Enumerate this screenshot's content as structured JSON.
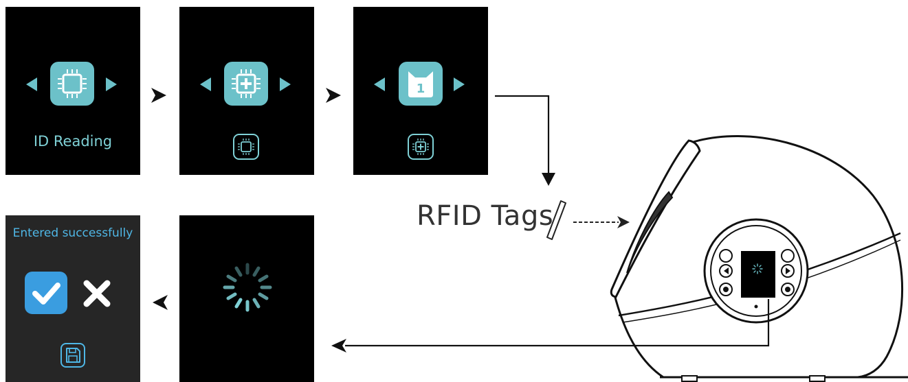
{
  "screens": {
    "id_reading": {
      "caption": "ID Reading",
      "icon": "chip-icon"
    },
    "add_chip": {
      "icon": "chip-add-icon",
      "footer_icon": "chip-icon"
    },
    "cat_profile": {
      "icon": "cat-profile-icon",
      "profile_number": "1",
      "footer_icon": "chip-add-icon"
    },
    "loading": {
      "icon": "loading-spinner-icon"
    },
    "result": {
      "status": "Entered successfully",
      "confirm_icon": "checkmark-icon",
      "cancel_icon": "close-icon",
      "save_icon": "save-icon"
    }
  },
  "rfid_label": "RFID Tags",
  "colors": {
    "screen_bg": "#000000",
    "screen_bg_result": "#262626",
    "teal_icon": "#6cc1c9",
    "caption_teal": "#7fd1d6",
    "status_blue": "#4fb7e6",
    "check_blue": "#3a9de0"
  }
}
